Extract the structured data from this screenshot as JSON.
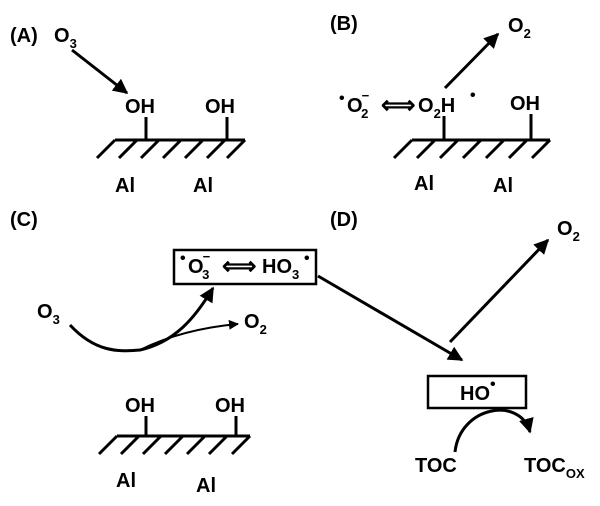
{
  "panels": {
    "a": {
      "label": "(A)",
      "reactant": "O",
      "reactant_sub": "3",
      "oh1": "OH",
      "oh2": "OH",
      "al1": "Al",
      "al2": "Al"
    },
    "b": {
      "label": "(B)",
      "product": "O",
      "product_sub": "2",
      "radical_left": "O",
      "radical_left_sup": "−",
      "radical_left_sub": "2",
      "radical_right": "O",
      "radical_right_sub": "2",
      "radical_right_tail": "H",
      "oh": "OH",
      "al1": "Al",
      "al2": "Al"
    },
    "c": {
      "label": "(C)",
      "reactant": "O",
      "reactant_sub": "3",
      "product": "O",
      "product_sub": "2",
      "box_left": "O",
      "box_left_sup": "−",
      "box_left_sub": "3",
      "box_right": "HO",
      "box_right_sub": "3",
      "oh1": "OH",
      "oh2": "OH",
      "al1": "Al",
      "al2": "Al"
    },
    "d": {
      "label": "(D)",
      "product": "O",
      "product_sub": "2",
      "box": "HO",
      "toc": "TOC",
      "toc_ox": "TOC",
      "toc_ox_sub": "OX"
    }
  },
  "symbols": {
    "radical_dot": "•",
    "equilibrium": "⟺"
  }
}
